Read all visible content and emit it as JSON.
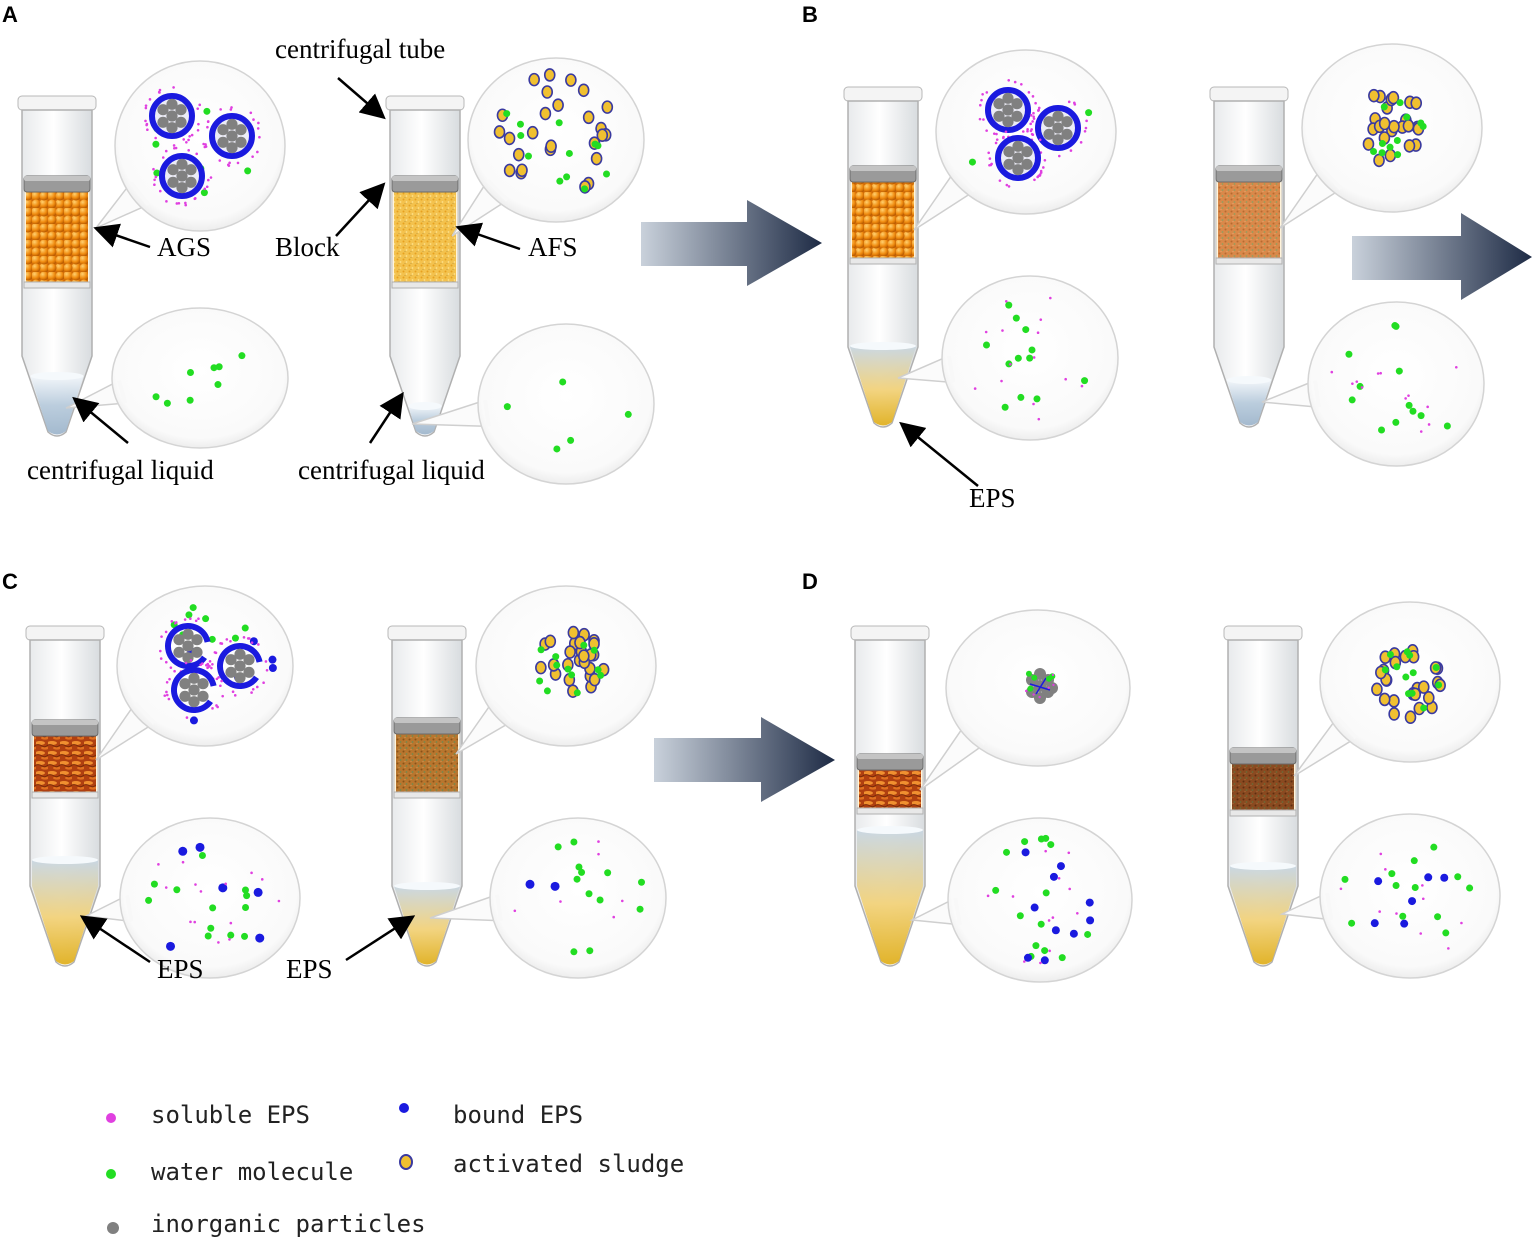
{
  "panels": {
    "a": "A",
    "b": "B",
    "c": "C",
    "d": "D"
  },
  "labels": {
    "centrifugal_tube": "centrifugal tube",
    "ags": "AGS",
    "block": "Block",
    "afs": "AFS",
    "centrifugal_liquid_1": "centrifugal liquid",
    "centrifugal_liquid_2": "centrifugal liquid",
    "eps_b": "EPS",
    "eps_c1": "EPS",
    "eps_c2": "EPS"
  },
  "legend": {
    "soluble_eps": "soluble EPS",
    "water_molecule": "water molecule",
    "inorganic_particles": "inorganic particles",
    "bound_eps": "bound EPS",
    "activated_sludge": "activated sludge"
  },
  "colors": {
    "soluble_eps": "#e040e0",
    "water_molecule": "#22dd22",
    "inorganic_particles": "#808080",
    "bound_eps": "#1a1adf",
    "activated_sludge_fill": "#f0c030",
    "activated_sludge_ring": "#3a3aa0",
    "granule": "#f09018",
    "floc": "#f0c050",
    "arrow_dark": "#1e2b45",
    "arrow_light": "#c8d0da"
  }
}
